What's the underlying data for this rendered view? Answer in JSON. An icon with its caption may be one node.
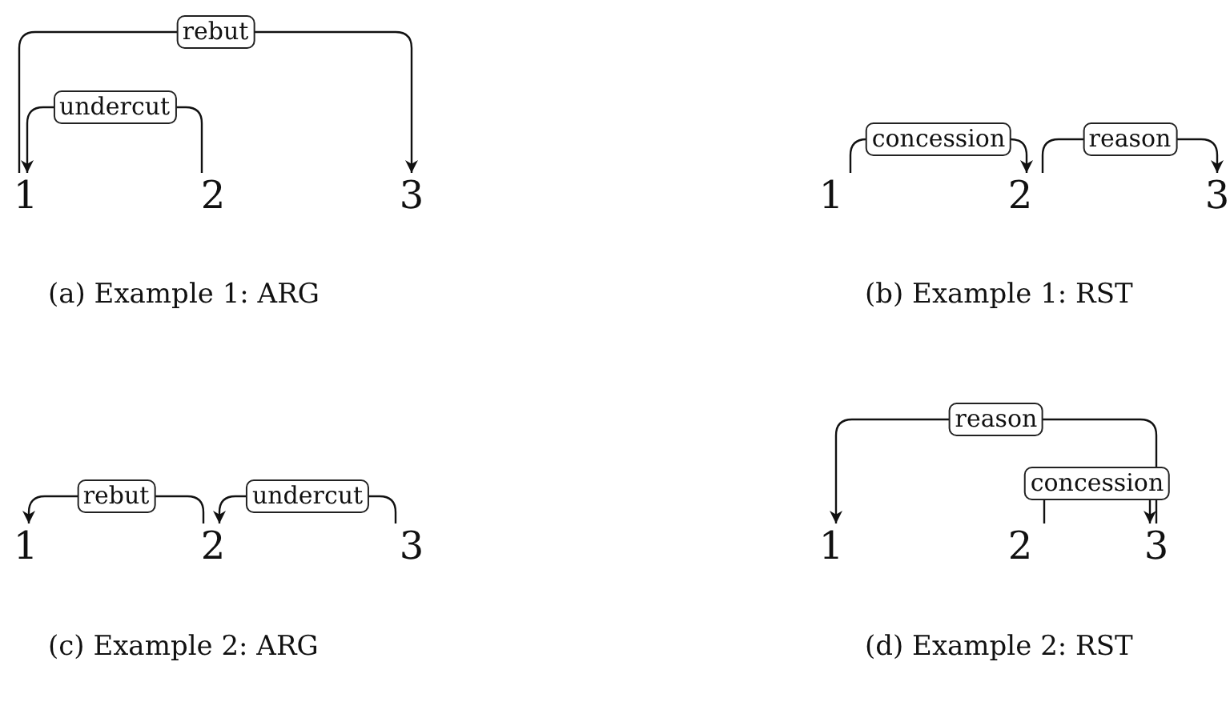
{
  "diagram": {
    "nodes": [
      {
        "text": [
          "1"
        ]
      },
      {
        "text": [
          "2"
        ]
      },
      {
        "text": [
          "3"
        ]
      },
      {
        "text": [
          "1"
        ]
      },
      {
        "text": [
          "2"
        ]
      },
      {
        "text": [
          "3"
        ]
      },
      {
        "text": [
          "1"
        ]
      },
      {
        "text": [
          "2"
        ]
      },
      {
        "text": [
          "3"
        ]
      },
      {
        "text": [
          "1"
        ]
      },
      {
        "text": [
          "2"
        ]
      },
      {
        "text": [
          "3"
        ]
      }
    ],
    "edges": [
      {
        "from": 0,
        "to": 2,
        "arrow": "to",
        "label": "rebut"
      },
      {
        "from": 1,
        "to": 0,
        "arrow": "to",
        "label": "undercut"
      },
      {
        "from": 3,
        "to": 4,
        "arrow": "to",
        "label": "concession"
      },
      {
        "from": 4,
        "to": 5,
        "arrow": "to",
        "label": "reason"
      },
      {
        "from": 7,
        "to": 6,
        "arrow": "to",
        "label": "rebut"
      },
      {
        "from": 8,
        "to": 7,
        "arrow": "to",
        "label": "undercut"
      },
      {
        "from": 11,
        "to": 9,
        "arrow": "to",
        "label": "reason"
      },
      {
        "from": 10,
        "to": 11,
        "arrow": "to",
        "label": "concession"
      }
    ],
    "labels": [
      "(a) Example 1: ARG",
      "(b) Example 1: RST",
      "(c) Example 2: ARG",
      "(d) Example 2: RST"
    ]
  }
}
